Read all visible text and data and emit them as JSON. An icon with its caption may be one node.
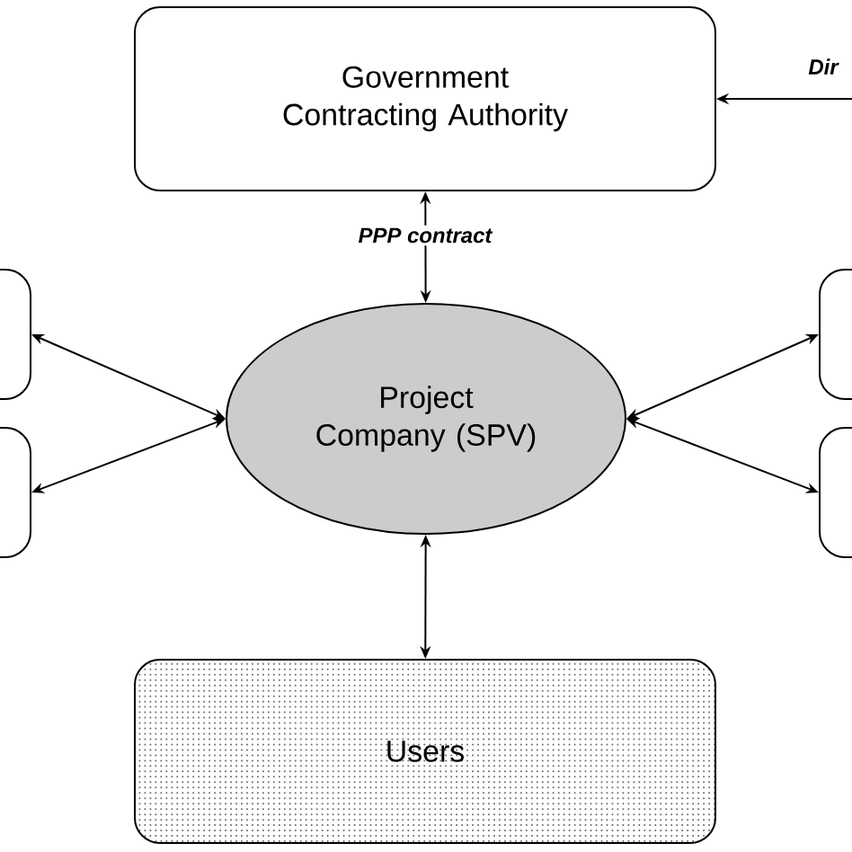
{
  "diagram": {
    "nodes": [
      {
        "text": [
          "Government Contracting Authority"
        ]
      },
      {
        "text": [
          "Project Company (SPV)"
        ]
      },
      {
        "text": [
          "Users"
        ]
      },
      {
        "text": [],
        "shape": "box"
      },
      {
        "text": [],
        "shape": "box"
      },
      {
        "text": [],
        "shape": "box"
      },
      {
        "text": [],
        "shape": "box"
      }
    ],
    "edges": [
      {
        "from": 1,
        "to": 0,
        "arrow": "both",
        "label": "PPP contract"
      },
      {
        "from": null,
        "to": 0,
        "arrow": "to",
        "label": "Dir"
      },
      {
        "from": 1,
        "to": 3,
        "arrow": "both"
      },
      {
        "from": 1,
        "to": 4,
        "arrow": "both"
      },
      {
        "from": 1,
        "to": 5,
        "arrow": "both"
      },
      {
        "from": 1,
        "to": 6,
        "arrow": "both"
      },
      {
        "from": 1,
        "to": 2,
        "arrow": "both"
      }
    ]
  }
}
